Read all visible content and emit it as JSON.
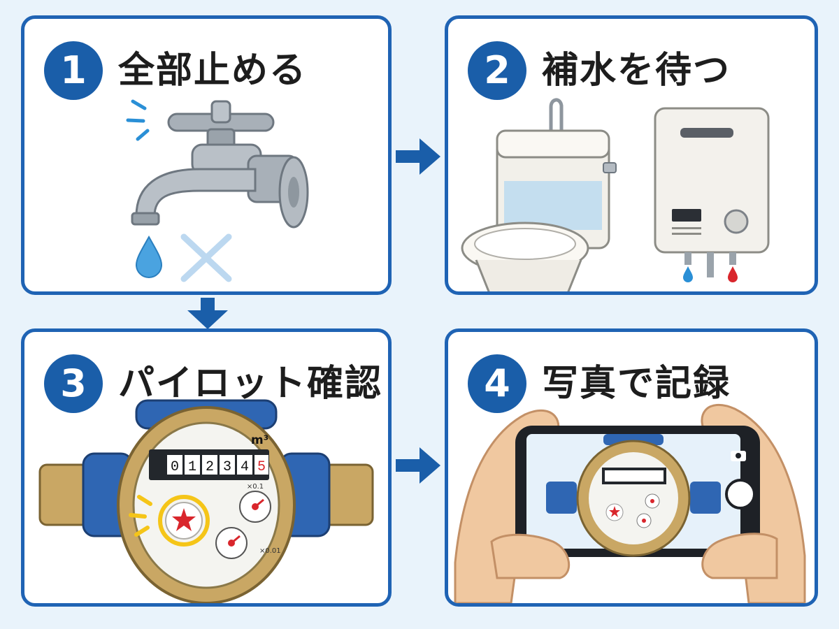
{
  "steps": [
    {
      "number": "1",
      "title": "全部止める"
    },
    {
      "number": "2",
      "title": "補水を待つ"
    },
    {
      "number": "3",
      "title": "パイロット確認"
    },
    {
      "number": "4",
      "title": "写真で記録"
    }
  ],
  "meter": {
    "unit": "m³",
    "digits": [
      "0",
      "1",
      "2",
      "3",
      "4",
      "5"
    ],
    "dial1_label": "×0.1",
    "dial2_label": "×0.01"
  },
  "colors": {
    "accent": "#1f63b4",
    "badge": "#1a5ea9",
    "water_blue": "#4aa3e0",
    "hot_red": "#d9262c",
    "brass": "#c9a764",
    "highlight": "#f5c518"
  },
  "icons": [
    "faucet-icon",
    "water-drop-icon",
    "cross-mark-icon",
    "toilet-icon",
    "water-heater-icon",
    "water-meter-icon",
    "smartphone-icon",
    "camera-icon",
    "arrow-right-icon",
    "arrow-down-icon"
  ]
}
